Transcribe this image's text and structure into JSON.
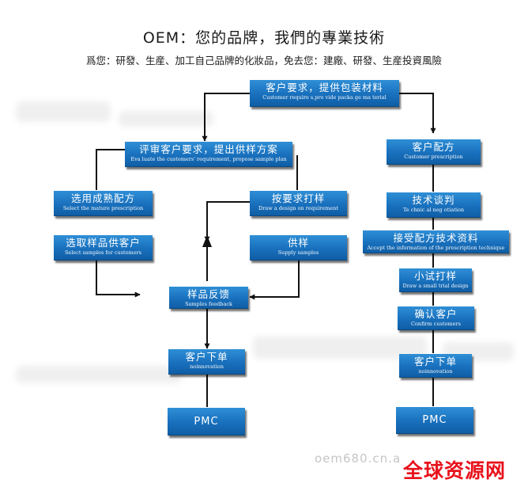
{
  "header": {
    "title": "OEM：您的品牌，我們的專業技術",
    "subtitle": "爲您：研發、生産、加工自己品牌的化妝品，免去您：建廠、研發、生産投資風險"
  },
  "nodes": {
    "customer_request": {
      "zh": "客户要求，提供包装材料",
      "en": "Customer require s,pro vide packa ge ma terial"
    },
    "evaluate": {
      "zh": "评审客户要求，提出供样方案",
      "en": "Eva luate the customers' requirement, propose sample plan"
    },
    "mature": {
      "zh": "选用成熟配方",
      "en": "Select the mature prescription"
    },
    "select_samples": {
      "zh": "选取样品供客户",
      "en": "Select samples for customers"
    },
    "draw_design": {
      "zh": "按要求打样",
      "en": "Draw a design on requirement"
    },
    "supply": {
      "zh": "供样",
      "en": "Supply samples"
    },
    "feedback": {
      "zh": "样品反馈",
      "en": "Samples feedback"
    },
    "order_left": {
      "zh": "客户下单",
      "en": "noinnovation"
    },
    "pmc_left": {
      "zh": "PMC"
    },
    "customer_prescription": {
      "zh": "客户配方",
      "en": "Customer prescription"
    },
    "negotiation": {
      "zh": "技术谈判",
      "en": "Te chnic al neg otiation"
    },
    "accept": {
      "zh": "接受配方技术资料",
      "en": "Accept the information of the prescription technique"
    },
    "small_trial": {
      "zh": "小试打样",
      "en": "Draw a small trial design"
    },
    "confirm": {
      "zh": "确认客户",
      "en": "Confirm customers"
    },
    "order_right": {
      "zh": "客户下单",
      "en": "noinnovation"
    },
    "pmc_right": {
      "zh": "PMC"
    }
  },
  "footer": {
    "watermark": "oem680.cn.a",
    "logo": "全球资源网"
  },
  "colors": {
    "box": "#1970bd",
    "line": "#111111",
    "logo": "#e8111b"
  }
}
